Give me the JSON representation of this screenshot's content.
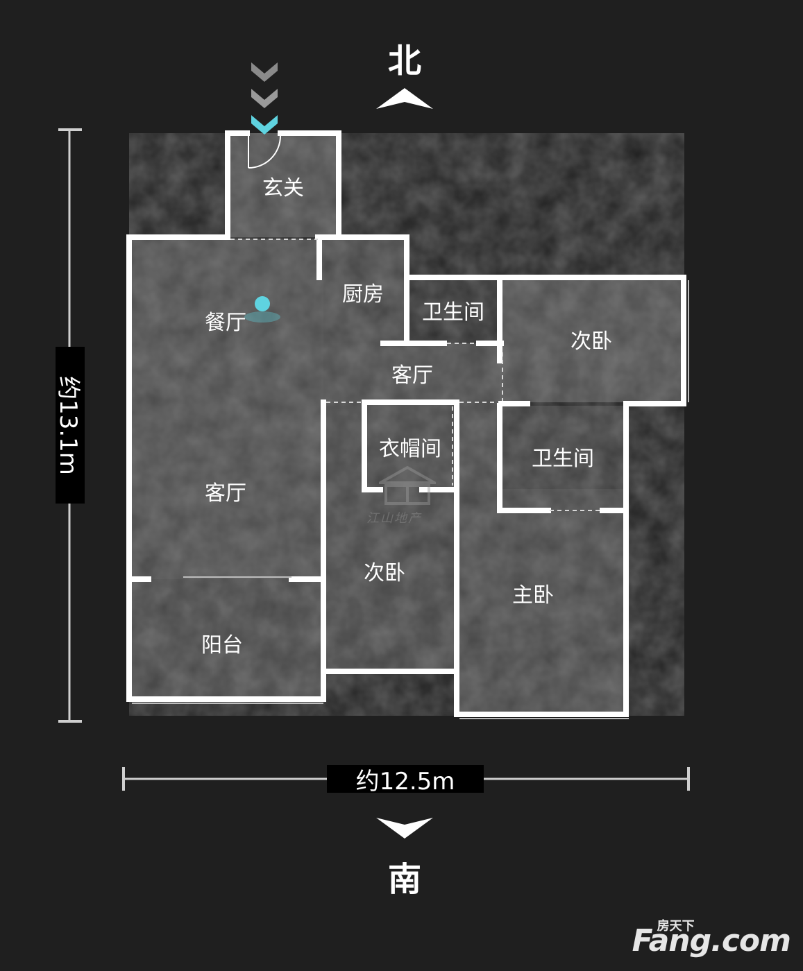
{
  "compass": {
    "north": "北",
    "south": "南"
  },
  "dimensions": {
    "width": "约12.5m",
    "height": "约13.1m"
  },
  "rooms": {
    "entrance": "玄关",
    "dining": "餐厅",
    "living_main": "客厅",
    "kitchen": "厨房",
    "bathroom_1": "卫生间",
    "bedroom_ne": "次卧",
    "living_corridor": "客厅",
    "cloakroom": "衣帽间",
    "bathroom_2": "卫生间",
    "bedroom_center": "次卧",
    "master_bedroom": "主卧",
    "balcony": "阳台"
  },
  "watermark": "江山地产",
  "logo": {
    "brand": "Fang.com",
    "cn": "房天下"
  },
  "colors": {
    "background": "#1f1f1f",
    "wall": "#ffffff",
    "floor": "#4a4a4a",
    "marker": "#5fd3e0"
  }
}
